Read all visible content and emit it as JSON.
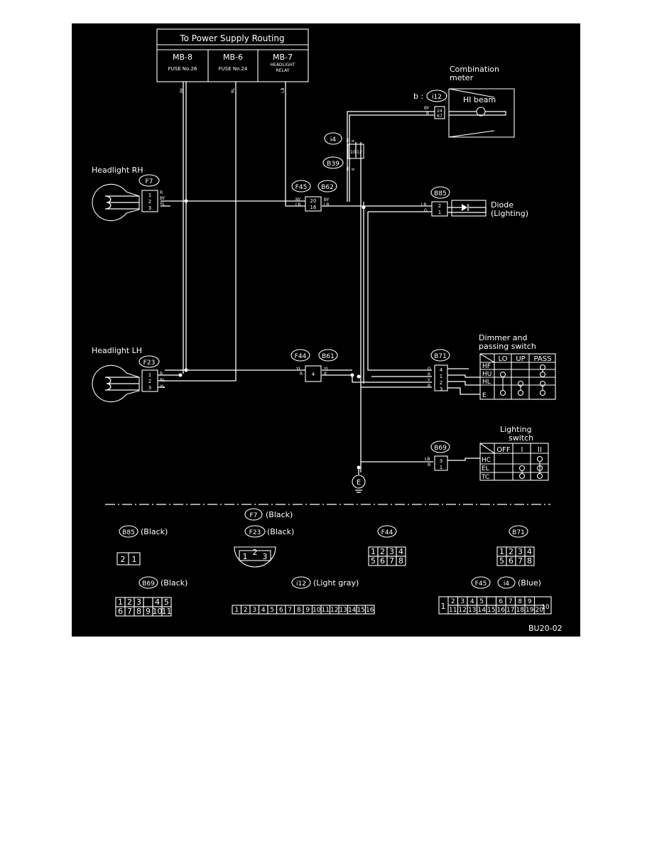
{
  "power": {
    "title": "To Power Supply Routing",
    "cols": [
      {
        "label": "MB-8",
        "sub": "FUSE No.26",
        "sub2": "",
        "wire": "BY"
      },
      {
        "label": "MB-6",
        "sub": "FUSE No.24",
        "sub2": "",
        "wire": "RL"
      },
      {
        "label": "MB-7",
        "sub": "HEADLIGHT",
        "sub2": "RELAY",
        "wire": "LB"
      }
    ]
  },
  "meter": {
    "title1": "Combination",
    "title2": "meter",
    "conn_prefix": "b :",
    "conn": "i12",
    "lamp": "HI beam",
    "pins": [
      "24",
      "67"
    ],
    "wires": [
      "BY",
      "R"
    ]
  },
  "conn_i4": {
    "id": "i4",
    "pins": [
      "10",
      "12"
    ],
    "wires": [
      "BY",
      "R"
    ]
  },
  "conn_b39": {
    "id": "B39",
    "wires": [
      "BY",
      "R"
    ]
  },
  "headlight_rh": {
    "title": "Headlight RH",
    "conn": "F7",
    "pins": [
      "1",
      "2",
      "3"
    ],
    "wires": [
      "R",
      "BY",
      "YL"
    ]
  },
  "headlight_lh": {
    "title": "Headlight LH",
    "conn": "F23",
    "pins": [
      "1",
      "2",
      "3"
    ],
    "wires": [
      "R",
      "RL",
      "YL"
    ]
  },
  "conn_f45": {
    "id": "F45",
    "pins": [
      "20",
      "16"
    ],
    "wires_left": [
      "BY",
      "LB"
    ]
  },
  "conn_b62": {
    "id": "B62",
    "wires_right": [
      "BY",
      "LB"
    ]
  },
  "diode": {
    "conn": "B85",
    "pins": [
      "2",
      "1"
    ],
    "wires": [
      "LB",
      "G"
    ],
    "label1": "Diode",
    "label2": "(Lighting)"
  },
  "conn_f44": {
    "id": "F44",
    "pin": "4",
    "wires_left": [
      "YL",
      "R"
    ]
  },
  "conn_b61": {
    "id": "B61",
    "wires_right": [
      "YL",
      "R"
    ]
  },
  "dimmer": {
    "title1": "Dimmer and",
    "title2": "passing switch",
    "conn": "B71",
    "pins": [
      "4",
      "1",
      "2",
      "3"
    ],
    "wires": [
      "G",
      "R",
      "Y",
      "B"
    ],
    "cols": [
      "LO",
      "UP",
      "PASS"
    ],
    "rows": [
      "HF",
      "HU",
      "HL",
      "E"
    ]
  },
  "lighting": {
    "title1": "Lighting",
    "title2": "switch",
    "conn": "B69",
    "pins": [
      "3",
      "1"
    ],
    "wires": [
      "LB",
      "B"
    ],
    "cols": [
      "OFF",
      "I",
      "II"
    ],
    "rows": [
      "HC",
      "EL",
      "TC"
    ]
  },
  "ground": {
    "label": "E"
  },
  "legend": {
    "f7": {
      "id": "F7",
      "color": "(Black)"
    },
    "f23": {
      "id": "F23",
      "color": "(Black)",
      "pins": [
        "1",
        "2",
        "3"
      ]
    },
    "b85": {
      "id": "B85",
      "color": "(Black)",
      "pins": [
        "2",
        "1"
      ]
    },
    "f44": {
      "id": "F44",
      "row1": [
        "1",
        "2",
        "3",
        "4"
      ],
      "row2": [
        "5",
        "6",
        "7",
        "8"
      ]
    },
    "b71": {
      "id": "B71",
      "row1": [
        "1",
        "2",
        "3",
        "4"
      ],
      "row2": [
        "5",
        "6",
        "7",
        "8"
      ]
    },
    "b69": {
      "id": "B69",
      "color": "(Black)",
      "row1": [
        "1",
        "2",
        "3",
        "",
        "4",
        "5"
      ],
      "row2": [
        "6",
        "7",
        "8",
        "9",
        "10",
        "11"
      ]
    },
    "i12": {
      "id": "i12",
      "color": "(Light gray)",
      "pins": [
        "1",
        "2",
        "3",
        "4",
        "5",
        "6",
        "7",
        "8",
        "9",
        "10",
        "11",
        "12",
        "13",
        "14",
        "15",
        "16"
      ]
    },
    "f45": {
      "id": "F45",
      "id2": "i4",
      "color": "(Blue)",
      "left": "1",
      "right": "10",
      "row1": [
        "2",
        "3",
        "4",
        "5",
        "",
        "6",
        "7",
        "8",
        "9"
      ],
      "row2": [
        "11",
        "12",
        "13",
        "14",
        "15",
        "16",
        "17",
        "18",
        "19",
        "20"
      ]
    }
  },
  "figure_code": "BU20-02"
}
